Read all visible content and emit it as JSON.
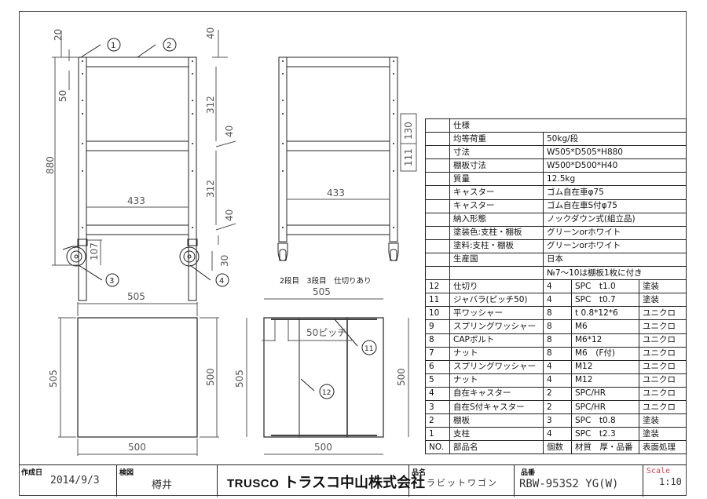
{
  "drawing": {
    "front_view": {
      "dimensions": {
        "top_offset": "20",
        "top_gap": "40",
        "hole_pitch": "50",
        "overall_height": "880",
        "shelf_gap_1": "312",
        "shelf_thickness_1": "40",
        "shelf_gap_2": "312",
        "shelf_thickness_2": "40",
        "bottom_clearance": "30",
        "caster_height": "107",
        "inner_width": "433"
      },
      "callouts": [
        "1",
        "2",
        "3",
        "4"
      ]
    },
    "side_view": {
      "dimensions": {
        "partition_height": "130",
        "partition_gap": "111",
        "inner_width": "433"
      },
      "caption": "2段目　3段目　仕切りあり"
    },
    "plan_view": {
      "dimensions": {
        "top_width": "505",
        "left_depth": "505",
        "right_depth": "500",
        "bottom_width": "500"
      }
    },
    "plan_view_partition": {
      "dimensions": {
        "top_width": "505",
        "left_depth": "505",
        "right_depth": "500",
        "bottom_width": "500",
        "pitch": "50ピッチ"
      },
      "callouts": [
        "11",
        "12"
      ]
    }
  },
  "spec_table": {
    "header": "仕様",
    "specs": [
      {
        "label": "均等荷重",
        "value": "50kg/段"
      },
      {
        "label": "寸法",
        "value": "W505*D505*H880"
      },
      {
        "label": "棚板寸法",
        "value": "W500*D500*H40"
      },
      {
        "label": "質量",
        "value": "12.5kg"
      },
      {
        "label": "キャスター",
        "value": "ゴム自在車φ75"
      },
      {
        "label": "キャスター",
        "value": "ゴム自在車S付φ75"
      },
      {
        "label": "納入形態",
        "value": "ノックダウン式(組立品)"
      },
      {
        "label": "塗装色:支柱・棚板",
        "value": "グリーンorホワイト"
      },
      {
        "label": "塗料:支柱・棚板",
        "value": "グリーンorホワイト"
      },
      {
        "label": "生産国",
        "value": "日本"
      },
      {
        "label": "",
        "value": "№7～10は棚板1枚に付き"
      }
    ],
    "parts": [
      {
        "no": "12",
        "name": "仕切り",
        "qty": "4",
        "material": "SPC　t1.0",
        "finish": "塗装"
      },
      {
        "no": "11",
        "name": "ジャバラ(ピッチ50)",
        "qty": "4",
        "material": "SPC　t0.7",
        "finish": "塗装"
      },
      {
        "no": "10",
        "name": "平ワッシャー",
        "qty": "8",
        "material": "t 0.8*12*6",
        "finish": "ユニクロ"
      },
      {
        "no": "9",
        "name": "スプリングワッシャー",
        "qty": "8",
        "material": "M6",
        "finish": "ユニクロ"
      },
      {
        "no": "8",
        "name": "CAPボルト",
        "qty": "8",
        "material": "M6*12",
        "finish": "ユニクロ"
      },
      {
        "no": "7",
        "name": "ナット",
        "qty": "8",
        "material": "M6　(F付)",
        "finish": "ユニクロ"
      },
      {
        "no": "6",
        "name": "スプリングワッシャー",
        "qty": "4",
        "material": "M12",
        "finish": "ユニクロ"
      },
      {
        "no": "5",
        "name": "ナット",
        "qty": "4",
        "material": "M12",
        "finish": "ユニクロ"
      },
      {
        "no": "4",
        "name": "自在キャスター",
        "qty": "2",
        "material": "SPC/HR",
        "finish": "ユニクロ"
      },
      {
        "no": "3",
        "name": "自在S付キャスター",
        "qty": "2",
        "material": "SPC/HR",
        "finish": "ユニクロ"
      },
      {
        "no": "2",
        "name": "棚板",
        "qty": "3",
        "material": "SPC　t0.8",
        "finish": "塗装"
      },
      {
        "no": "1",
        "name": "支柱",
        "qty": "4",
        "material": "SPC　t2.3",
        "finish": "塗装"
      }
    ],
    "columns": {
      "no": "NO.",
      "name": "部品名",
      "qty": "個数",
      "material": "材質　厚・品番",
      "finish": "表面処理"
    }
  },
  "title_block": {
    "created_label": "作成日",
    "created_value": "2014/9/3",
    "checked_label": "検図",
    "checked_value": "樽井",
    "company_en": "TRUSCO",
    "company_jp": "トラスコ中山株式会社",
    "product_name_label": "品名",
    "product_name_value": "ラビットワゴン",
    "part_no_label": "品番",
    "part_no_value": "RBW-953S2 YG(W)",
    "scale_label": "Scale",
    "scale_value": "1:10"
  },
  "colors": {
    "line": "#222222",
    "dim": "#555555",
    "scale_label": "#d04050"
  }
}
